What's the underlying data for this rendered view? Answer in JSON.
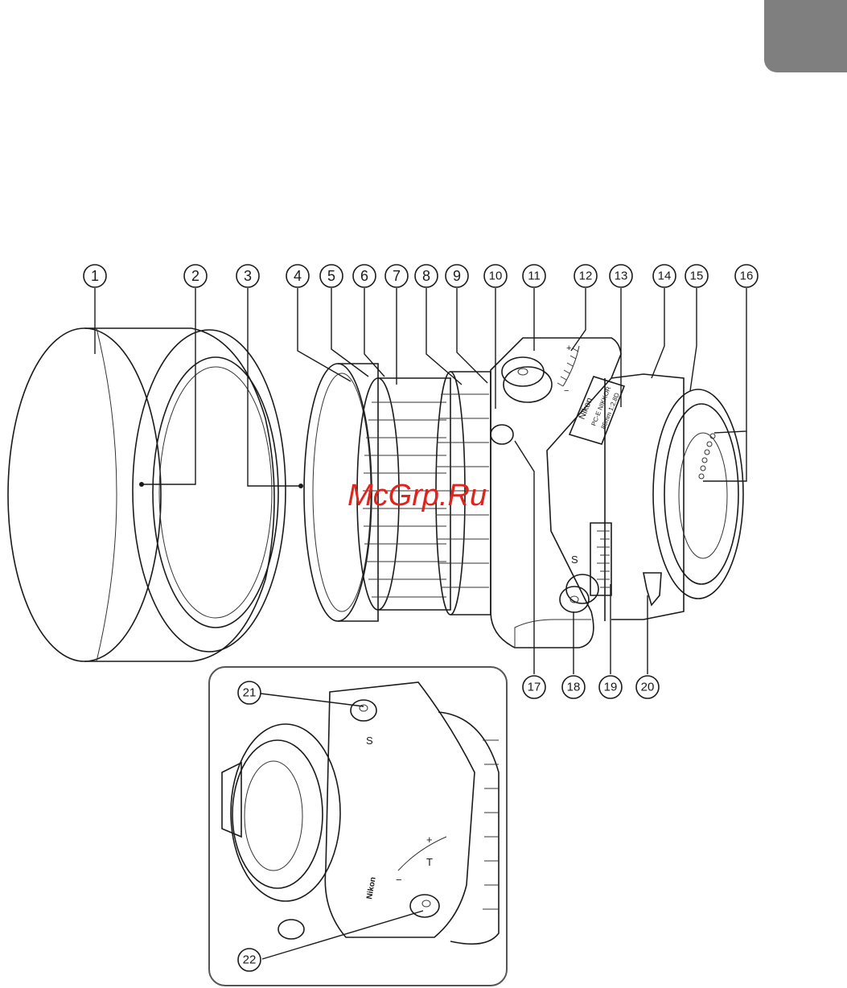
{
  "page": {
    "tab_color": "#7f7f7f"
  },
  "watermark": {
    "text": "McGrp.Ru",
    "color": "#e0231c"
  },
  "lens_markings": {
    "brand": "Nikon",
    "model_line_1": "PC-E NIKKOR",
    "model_line_2": "85mm 1:2.8D",
    "shift_scale_letter": "S",
    "tilt_scale_letter": "T",
    "plus_sign": "+",
    "minus_sign": "−",
    "inset_brand": "Nikon"
  },
  "callouts": [
    {
      "label": "1"
    },
    {
      "label": "2"
    },
    {
      "label": "3"
    },
    {
      "label": "4"
    },
    {
      "label": "5"
    },
    {
      "label": "6"
    },
    {
      "label": "7"
    },
    {
      "label": "8"
    },
    {
      "label": "9"
    },
    {
      "label": "10"
    },
    {
      "label": "11"
    },
    {
      "label": "12"
    },
    {
      "label": "13"
    },
    {
      "label": "14"
    },
    {
      "label": "15"
    },
    {
      "label": "16"
    },
    {
      "label": "17"
    },
    {
      "label": "18"
    },
    {
      "label": "19"
    },
    {
      "label": "20"
    },
    {
      "label": "21"
    },
    {
      "label": "22"
    }
  ]
}
